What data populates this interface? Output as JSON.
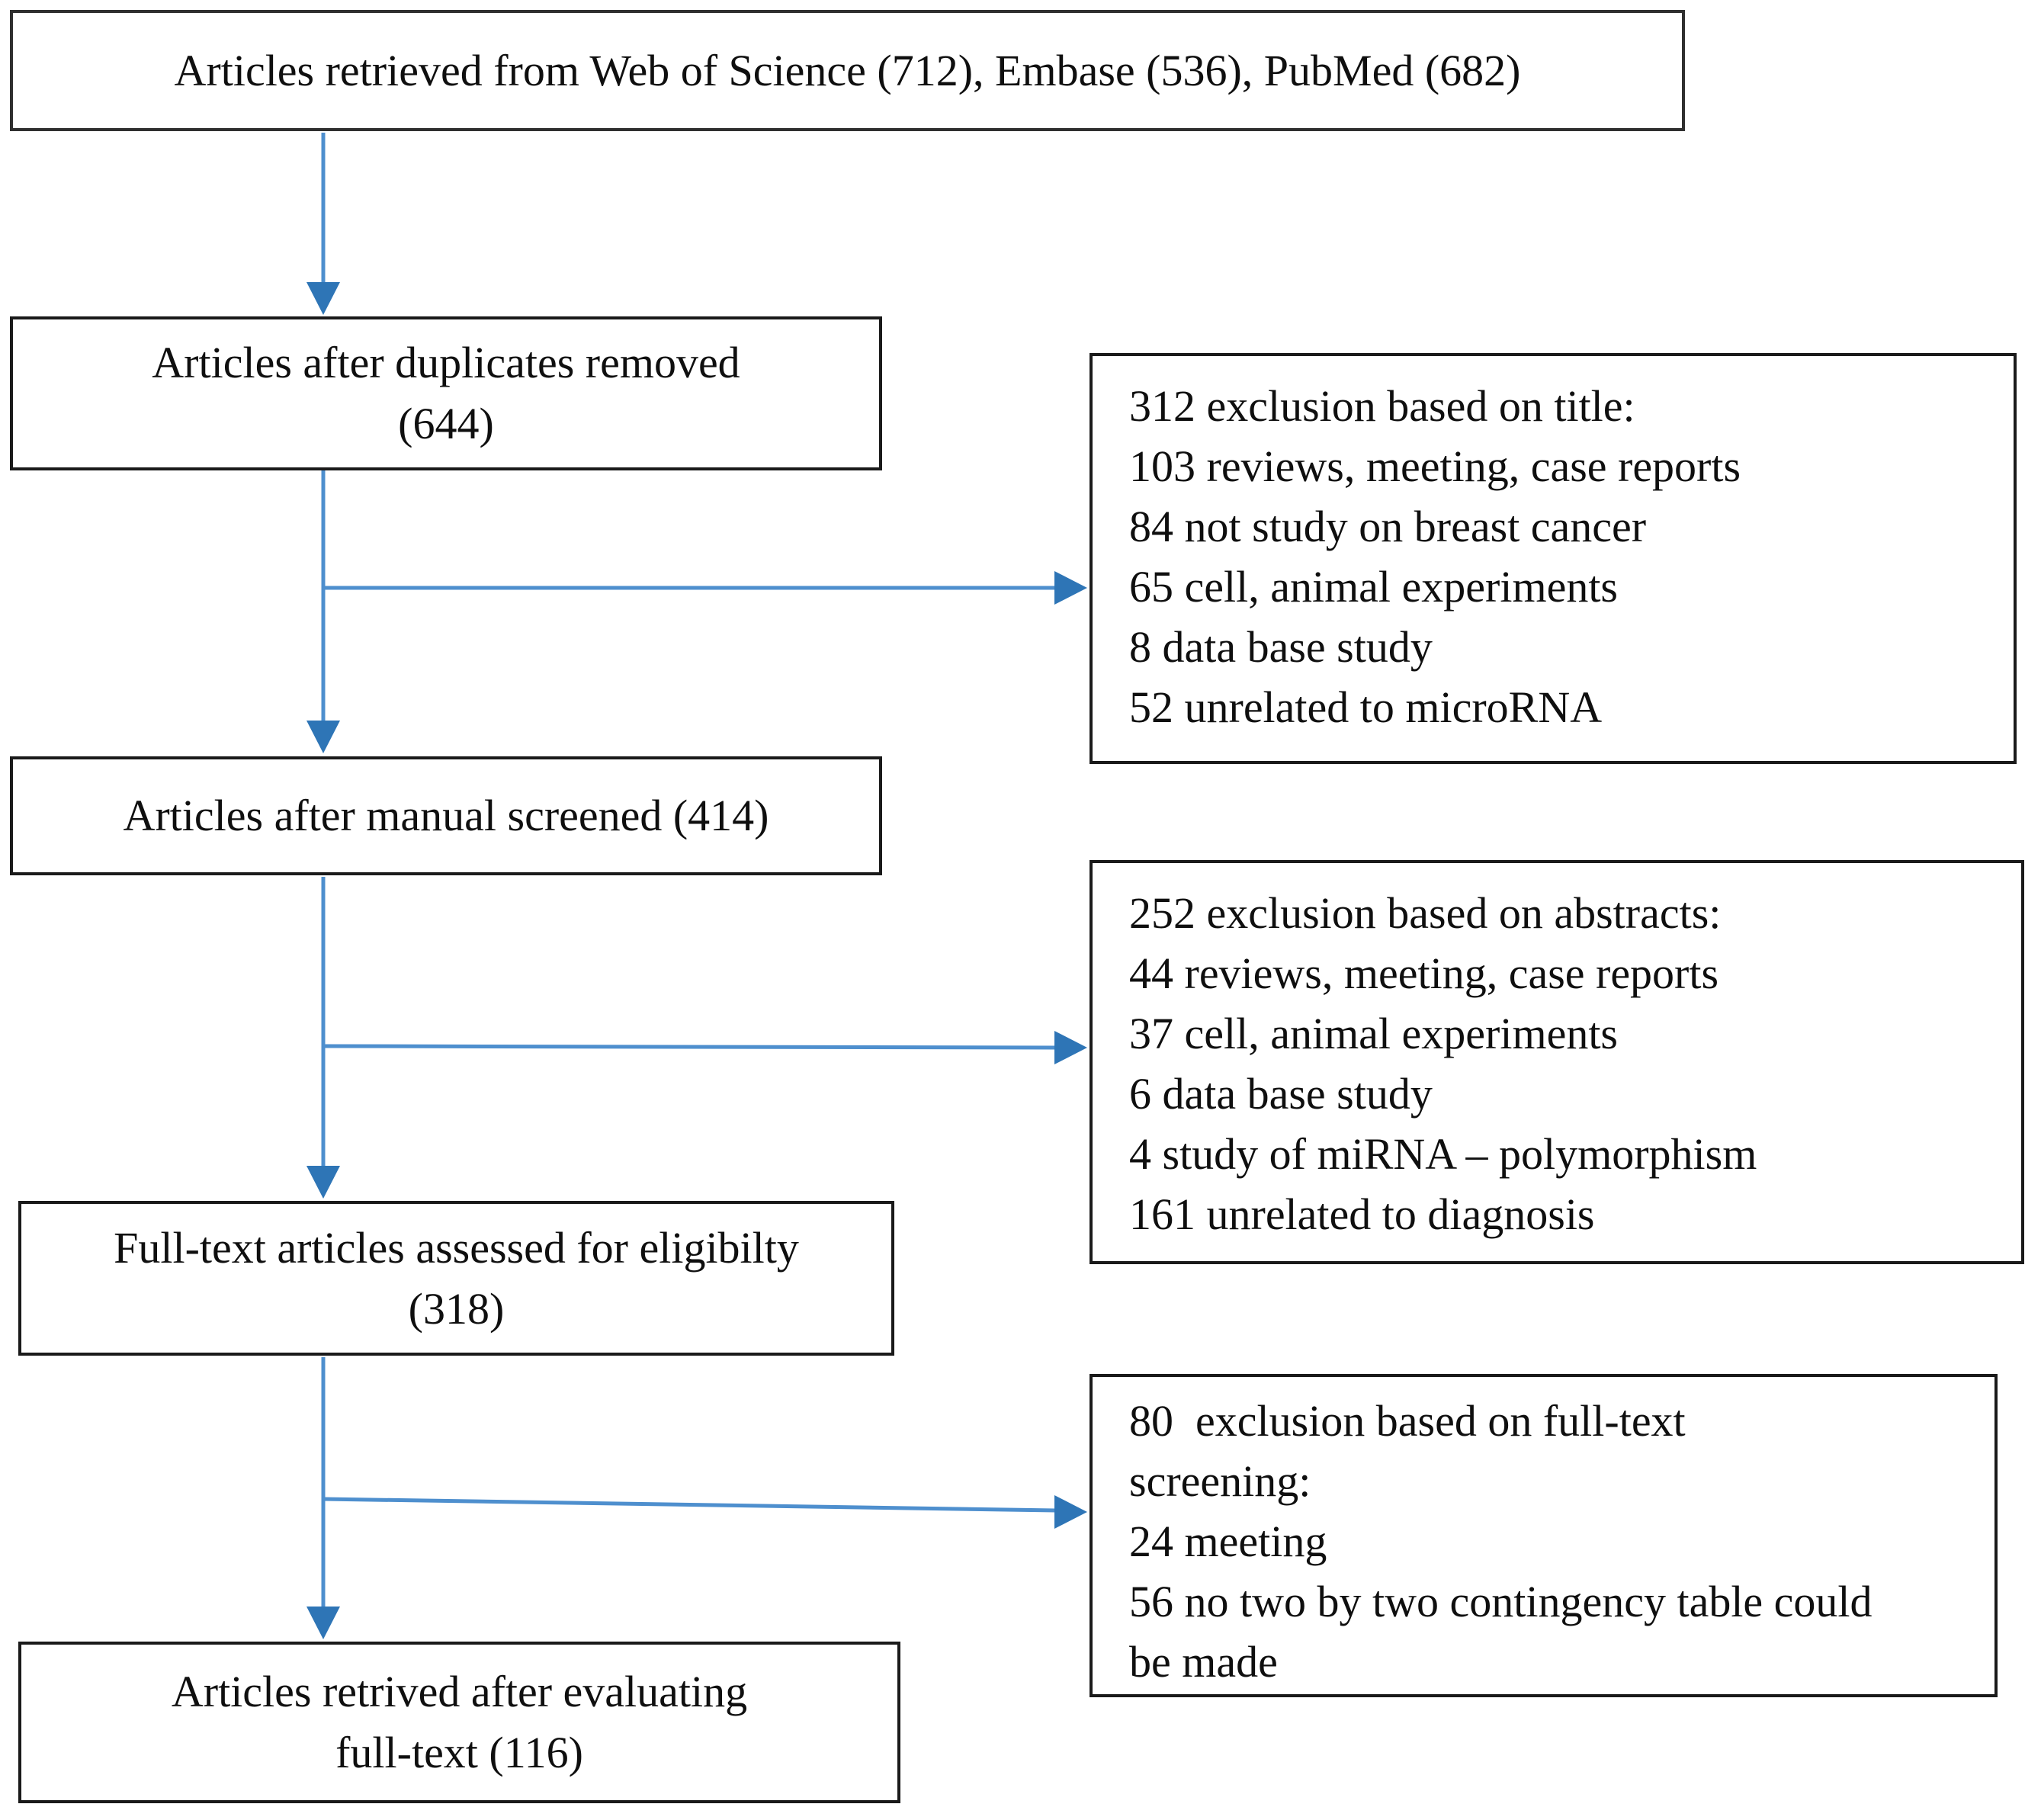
{
  "diagram": {
    "boxes": {
      "retrieved": {
        "line1": "Articles retrieved from Web of Science (712), Embase (536), PubMed (682)"
      },
      "duplicates": {
        "line1": "Articles after duplicates removed",
        "line2": "(644)"
      },
      "manual": {
        "line1": "Articles after manual screened (414)"
      },
      "fulltext": {
        "line1": "Full-text articles assessed for eligibilty",
        "line2": "(318)"
      },
      "final": {
        "line1": "Articles retrived after evaluating",
        "line2": "full-text (116)"
      }
    },
    "exclusions": {
      "title": {
        "lines": [
          "312 exclusion based on title:",
          "103 reviews, meeting, case reports",
          "84 not study on breast cancer",
          "65 cell, animal experiments",
          "8 data base study",
          "52 unrelated to microRNA"
        ]
      },
      "abstracts": {
        "lines": [
          "252 exclusion based on abstracts:",
          "44 reviews, meeting, case reports",
          "37 cell, animal experiments",
          "6 data base study",
          "4 study of miRNA – polymorphism",
          "161 unrelated to diagnosis"
        ]
      },
      "fulltext_screening": {
        "lines": [
          "80  exclusion based on full-text",
          "screening:",
          "24 meeting",
          "56 no two by two contingency table could",
          "be made"
        ]
      }
    },
    "colors": {
      "arrow": "#2E75B6",
      "arrow_line": "#4E8FCE",
      "border": "#1a1a1a",
      "background": "#ffffff",
      "text": "#0f0f0f"
    }
  }
}
